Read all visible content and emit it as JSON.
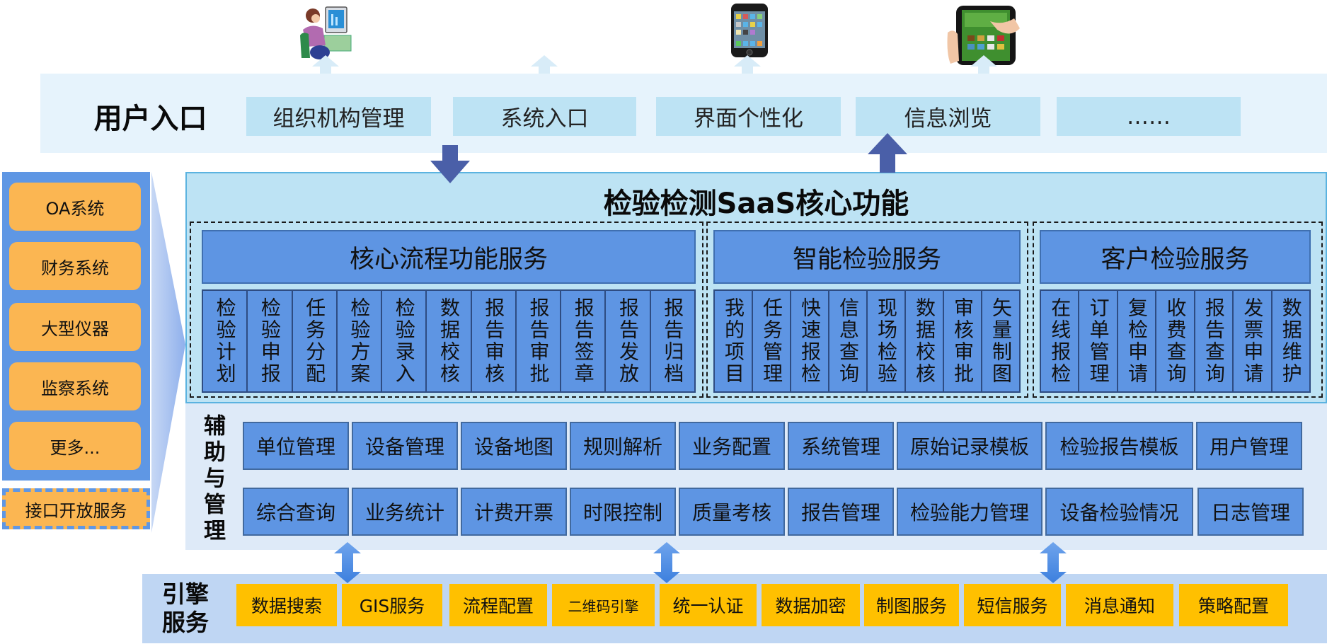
{
  "user_entry": {
    "title": "用户入口",
    "items": [
      {
        "label": "组织机构管理"
      },
      {
        "label": "系统入口"
      },
      {
        "label": "界面个性化"
      },
      {
        "label": "信息浏览"
      },
      {
        "label": "……"
      }
    ],
    "devices": [
      {
        "icon": "desktop-user-icon"
      },
      {
        "icon": "smartphone-icon"
      },
      {
        "icon": "tablet-icon"
      }
    ]
  },
  "core": {
    "title": "检验检测SaaS核心功能",
    "groups": [
      {
        "header": "核心流程功能服务",
        "cells": [
          "检验计划",
          "检验申报",
          "任务分配",
          "检验方案",
          "检验录入",
          "数据校核",
          "报告审核",
          "报告审批",
          "报告签章",
          "报告发放",
          "报告归档"
        ]
      },
      {
        "header": "智能检验服务",
        "cells": [
          "我的项目",
          "任务管理",
          "快速报检",
          "信息查询",
          "现场检验",
          "数据校核",
          "审核审批",
          "矢量制图"
        ]
      },
      {
        "header": "客户检验服务",
        "cells": [
          "在线报检",
          "订单管理",
          "复检申请",
          "收费查询",
          "报告查询",
          "发票申请",
          "数据维护"
        ]
      }
    ]
  },
  "aux": {
    "title": "辅助与管理",
    "row1": [
      "单位管理",
      "设备管理",
      "设备地图",
      "规则解析",
      "业务配置",
      "系统管理",
      "原始记录模板",
      "检验报告模板",
      "用户管理"
    ],
    "row2": [
      "综合查询",
      "业务统计",
      "计费开票",
      "时限控制",
      "质量考核",
      "报告管理",
      "检验能力管理",
      "设备检验情况",
      "日志管理"
    ]
  },
  "engine": {
    "title": "引擎服务",
    "items": [
      "数据搜索",
      "GIS服务",
      "流程配置",
      "二维码引擎",
      "统一认证",
      "数据加密",
      "制图服务",
      "短信服务",
      "消息通知",
      "策略配置"
    ]
  },
  "external": {
    "items": [
      "OA系统",
      "财务系统",
      "大型仪器",
      "监察系统",
      "更多..."
    ],
    "interface": "接口开放服务"
  },
  "colors": {
    "core_bg": "#BDE3F4",
    "cell_blue": "#5E95E3",
    "orange": "#FBB652",
    "engine_yellow": "#FFC000",
    "arrow_dark": "#4A5FA8"
  }
}
